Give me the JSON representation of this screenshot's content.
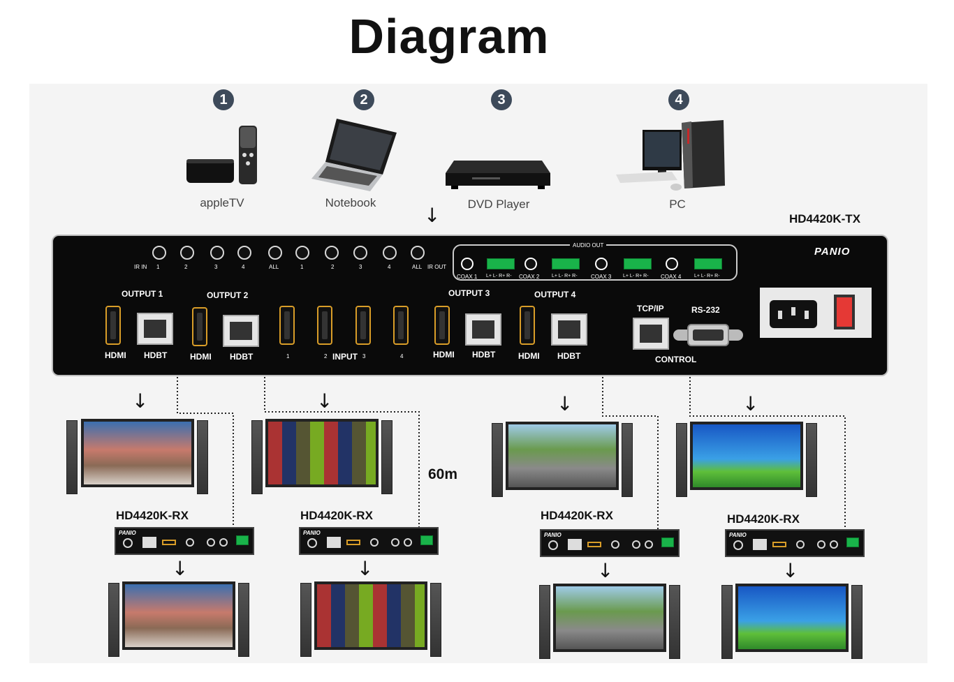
{
  "title": "Diagram",
  "sources": [
    {
      "number": "1",
      "label": "appleTV",
      "icon": "apple-tv-icon"
    },
    {
      "number": "2",
      "label": "Notebook",
      "icon": "notebook-icon"
    },
    {
      "number": "3",
      "label": "DVD Player",
      "icon": "dvd-player-icon"
    },
    {
      "number": "4",
      "label": "PC",
      "icon": "pc-icon"
    }
  ],
  "transmitter": {
    "model": "HD4420K-TX",
    "brand": "PANIO",
    "ir_in": "IR IN",
    "ir_out": "IR OUT",
    "ir_in_ports": [
      "1",
      "2",
      "3",
      "4",
      "ALL"
    ],
    "ir_out_ports": [
      "1",
      "2",
      "3",
      "4",
      "ALL"
    ],
    "audio_out": "AUDIO OUT",
    "coax": [
      "COAX 1",
      "COAX 2",
      "COAX 3",
      "COAX 4"
    ],
    "lr": "L+ L-  R+ R-",
    "outputs": [
      {
        "label": "OUTPUT 1",
        "hdmi": "HDMI",
        "hdbt": "HDBT"
      },
      {
        "label": "OUTPUT 2",
        "hdmi": "HDMI",
        "hdbt": "HDBT"
      },
      {
        "label": "OUTPUT 3",
        "hdmi": "HDMI",
        "hdbt": "HDBT"
      },
      {
        "label": "OUTPUT 4",
        "hdmi": "HDMI",
        "hdbt": "HDBT"
      }
    ],
    "input_label": "INPUT",
    "input_ports": [
      "1",
      "2",
      "3",
      "4"
    ],
    "tcpip": "TCP/IP",
    "rs232": "RS-232",
    "control": "CONTROL"
  },
  "receivers": [
    {
      "model": "HD4420K-RX"
    },
    {
      "model": "HD4420K-RX"
    },
    {
      "model": "HD4420K-RX"
    },
    {
      "model": "HD4420K-RX"
    }
  ],
  "receiver_brand": "PANIO",
  "distance": "60m",
  "colors": {
    "hdmi_port": "#d99d28",
    "terminal": "#19b34a",
    "badge": "#3d4a5a"
  }
}
